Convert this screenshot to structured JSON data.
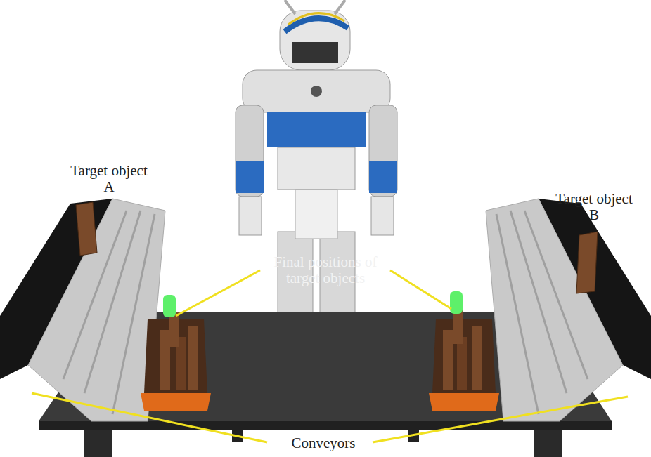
{
  "diagram": {
    "labels": [
      "Target object A",
      "Target object B",
      "Final positions of target objects",
      "Conveyors"
    ]
  }
}
